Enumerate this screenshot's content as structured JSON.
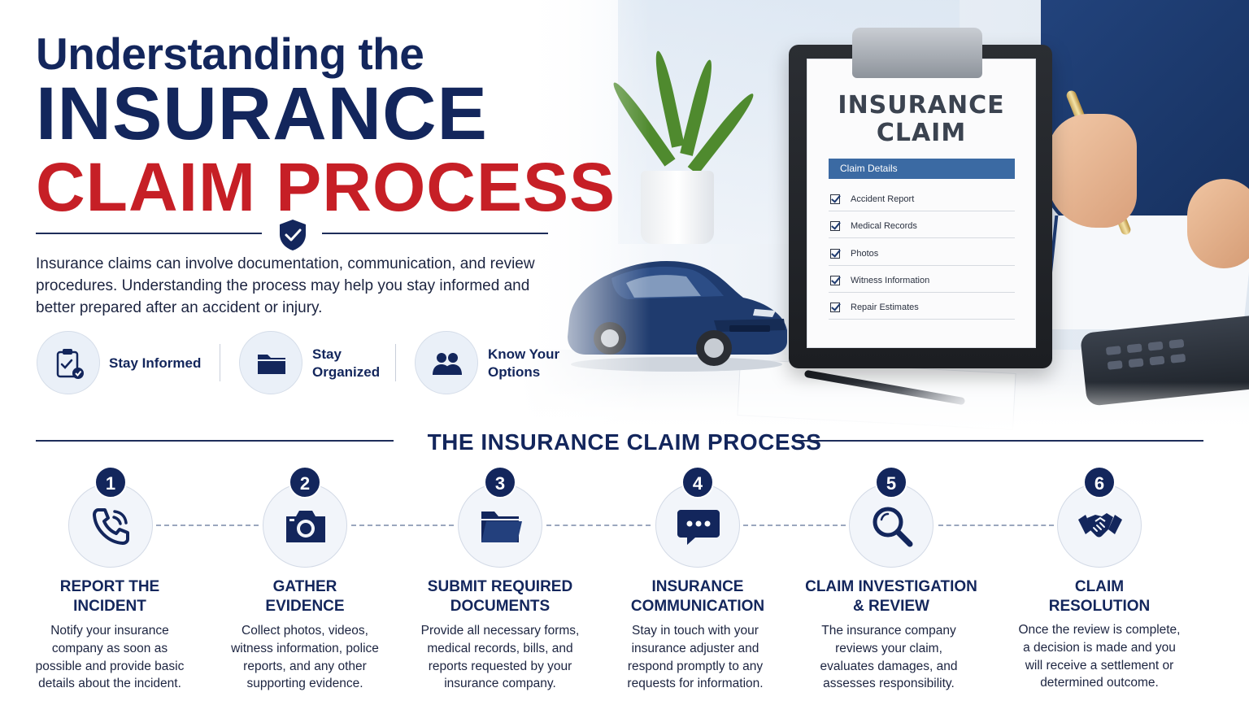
{
  "headline": {
    "line1": "Understanding the",
    "line2": "INSURANCE",
    "line3": "CLAIM PROCESS"
  },
  "intro": "Insurance claims can involve documentation, communication, and review procedures. Understanding the process may help you stay informed and better prepared after an accident or injury.",
  "features": [
    {
      "icon": "clipboard-check-icon",
      "label": "Stay Informed"
    },
    {
      "icon": "folder-icon",
      "label": "Stay Organized"
    },
    {
      "icon": "people-icon",
      "label": "Know Your Options"
    }
  ],
  "clipboard": {
    "title_line1": "INSURANCE",
    "title_line2": "CLAIM",
    "section": "Claim Details",
    "items": [
      "Accident Report",
      "Medical Records",
      "Photos",
      "Witness Information",
      "Repair Estimates"
    ]
  },
  "process": {
    "title": "THE INSURANCE CLAIM PROCESS",
    "steps": [
      {
        "num": "1",
        "icon": "phone-icon",
        "head1": "REPORT THE",
        "head2": "INCIDENT",
        "body": "Notify your insurance company as soon as possible and provide basic details about the incident."
      },
      {
        "num": "2",
        "icon": "camera-icon",
        "head1": "GATHER",
        "head2": "EVIDENCE",
        "body": "Collect photos, videos, witness information, police reports, and any other supporting evidence."
      },
      {
        "num": "3",
        "icon": "folder-icon",
        "head1": "SUBMIT REQUIRED",
        "head2": "DOCUMENTS",
        "body": "Provide all necessary forms, medical records, bills, and reports requested by your insurance company."
      },
      {
        "num": "4",
        "icon": "chat-bubble-icon",
        "head1": "INSURANCE",
        "head2": "COMMUNICATION",
        "body": "Stay in touch with your insurance adjuster and respond promptly to any requests for information."
      },
      {
        "num": "5",
        "icon": "magnifier-icon",
        "head1": "CLAIM INVESTIGATION",
        "head2": "& REVIEW",
        "body": "The insurance company reviews your claim, evaluates damages, and assesses responsibility."
      },
      {
        "num": "6",
        "icon": "handshake-icon",
        "head1": "CLAIM",
        "head2": "RESOLUTION",
        "body": "Once the review is complete, a decision is made and you will receive a settlement or determined outcome."
      }
    ]
  },
  "colors": {
    "navy": "#13265c",
    "red": "#c61f26",
    "bar_blue": "#3b6aa3"
  }
}
